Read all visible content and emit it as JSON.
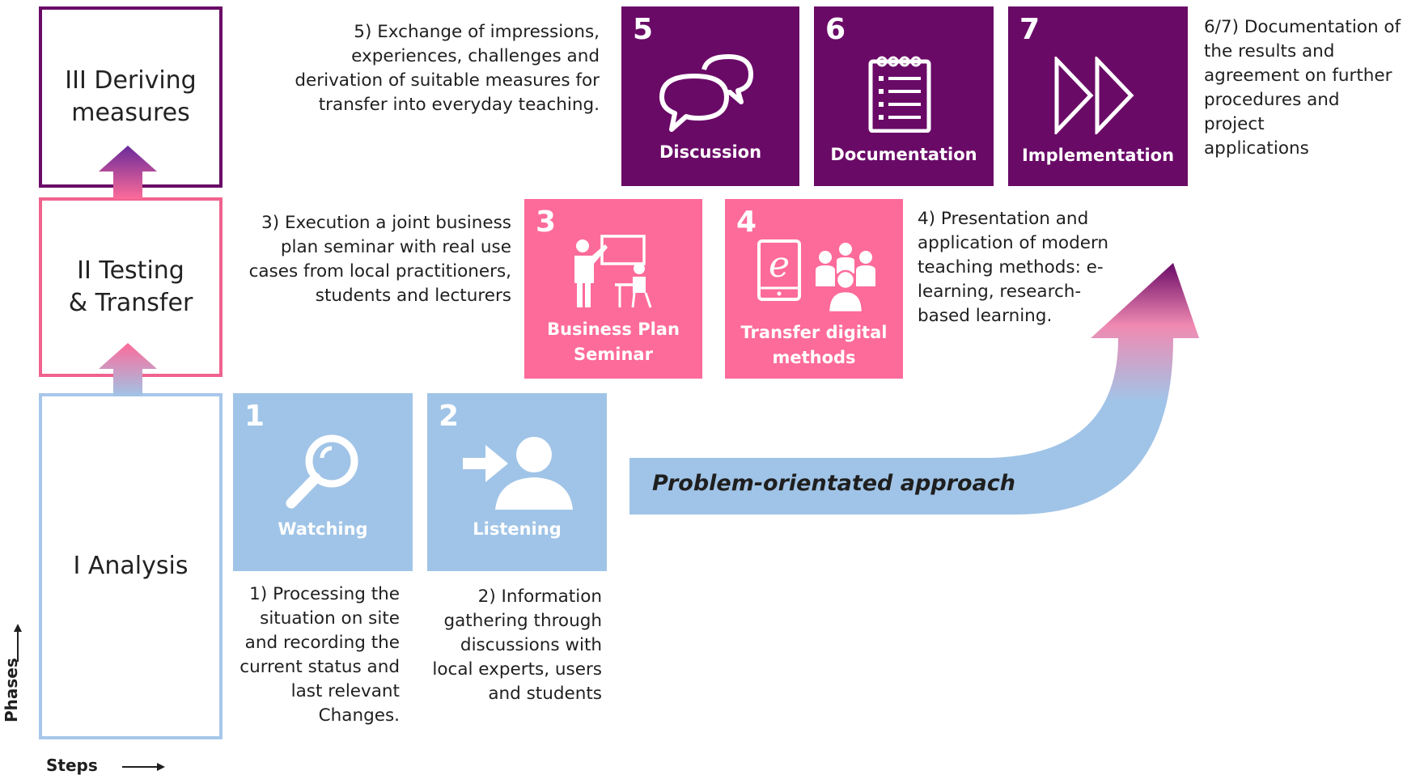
{
  "phases": {
    "analysis": "I Analysis",
    "testing": "II Testing\n& Transfer",
    "deriving": "III Deriving\nmeasures"
  },
  "steps": [
    {
      "num": "1",
      "label": "Watching"
    },
    {
      "num": "2",
      "label": "Listening"
    },
    {
      "num": "3",
      "label": "Business Plan\nSeminar"
    },
    {
      "num": "4",
      "label": "Transfer digital\nmethods"
    },
    {
      "num": "5",
      "label": "Discussion"
    },
    {
      "num": "6",
      "label": "Documentation"
    },
    {
      "num": "7",
      "label": "Implementation"
    }
  ],
  "descriptions": {
    "d1": "1) Processing the\nsituation on site\nand recording the\ncurrent status and\nlast relevant\nChanges.",
    "d2": "2) Information\ngathering through\ndiscussions with\nlocal experts, users\nand students",
    "d3": "3) Execution a joint business\nplan seminar with real use\ncases from local practitioners,\nstudents and lecturers",
    "d4": "4) Presentation and\napplication of modern\nteaching methods: e-\nlearning, research-\nbased learning.",
    "d5": "5) Exchange of impressions,\nexperiences, challenges and\nderivation of suitable measures for\ntransfer into everyday teaching.",
    "d67": "6/7) Documentation of\nthe results and\nagreement on further\nprocedures and project\napplications"
  },
  "approach_label": "Problem-orientated approach",
  "axes": {
    "phases": "Phases",
    "steps": "Steps"
  },
  "colors": {
    "purple": "#6a0a67",
    "pink": "#fd6b9a",
    "blue": "#a0c4e7",
    "pink_border": "#f0638f",
    "blue_border": "#a7c7ea"
  },
  "icons": [
    "magnifier-icon",
    "person-arrow-icon",
    "teacher-board-icon",
    "elearning-group-icon",
    "speech-bubbles-icon",
    "notepad-icon",
    "fast-forward-icon"
  ]
}
